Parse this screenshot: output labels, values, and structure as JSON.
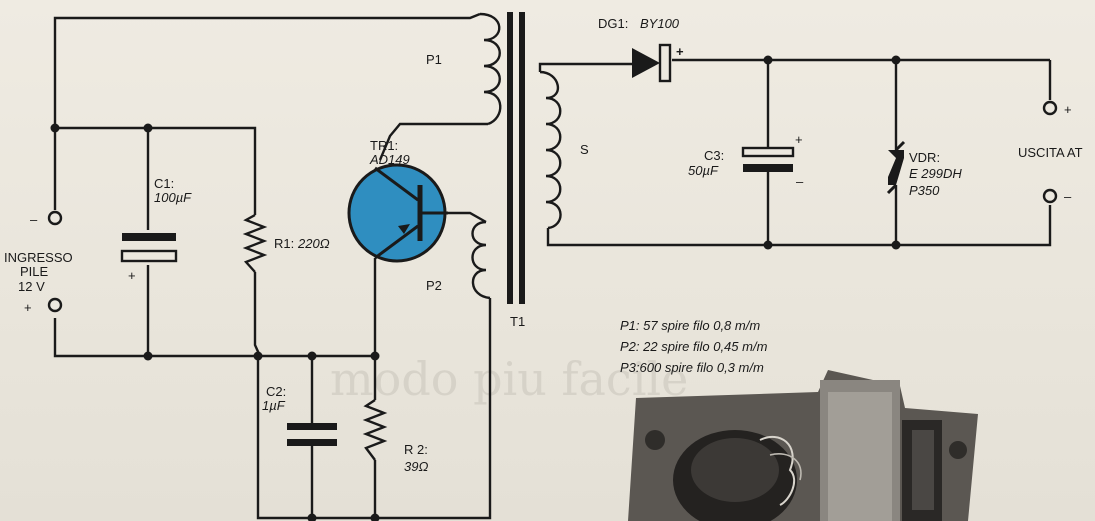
{
  "colors": {
    "ink": "#1a1a1a",
    "paper": "#ece8df",
    "transistor": "#2f8ec0",
    "photo": "#5b5752"
  },
  "input": {
    "title_line1": "INGRESSO",
    "title_line2": "PILE",
    "voltage": "12 V",
    "minus": "–",
    "plus": "+"
  },
  "output": {
    "title": "USCITA AT",
    "plus": "+",
    "minus": "–"
  },
  "components": {
    "c1": {
      "name": "C1:",
      "value": "100µF",
      "polarity": "+"
    },
    "r1": {
      "name": "R1:",
      "value": "220Ω"
    },
    "c2": {
      "name": "C2:",
      "value": "1µF"
    },
    "r2": {
      "name": "R 2:",
      "value": "39Ω"
    },
    "tr1": {
      "name": "TR1:",
      "value": "AD149"
    },
    "p1": {
      "name": "P1"
    },
    "p2": {
      "name": "P2"
    },
    "s": {
      "name": "S"
    },
    "t1": {
      "name": "T1"
    },
    "dg1": {
      "name": "DG1:",
      "value": "BY100",
      "polarity": "+"
    },
    "c3": {
      "name": "C3:",
      "value": "50µF",
      "plus": "+",
      "minus": "–"
    },
    "vdr": {
      "name": "VDR:",
      "line1": "E 299DH",
      "line2": "P350"
    }
  },
  "notes": [
    "P1:  57  spire  filo  0,8  m/m",
    "P2: 22  spire  filo  0,45 m/m",
    "P3:600  spire  filo  0,3  m/m"
  ],
  "background_text": "modo piu facile"
}
